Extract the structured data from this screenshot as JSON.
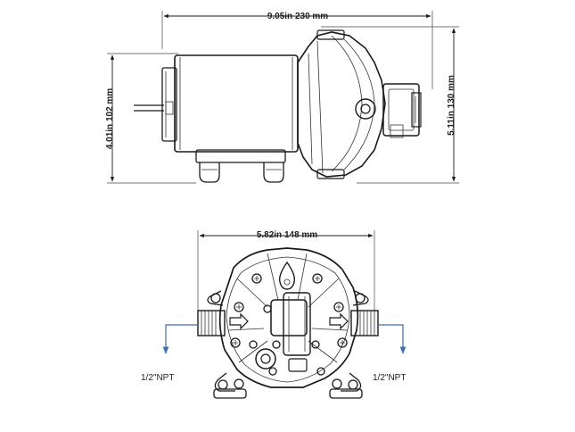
{
  "dimensions": {
    "overall_length": "9.05in  230 mm",
    "motor_height": "4.01in  102 mm",
    "overall_height": "5.11in  130 mm",
    "head_width": "5.82in  148 mm"
  },
  "ports": {
    "left_label": "1/2\"NPT",
    "right_label": "1/2\"NPT",
    "arrow_color": "#3d6fb0"
  },
  "colors": {
    "line": "#1a1a1a",
    "port_arrow": "#3d6fb0"
  }
}
